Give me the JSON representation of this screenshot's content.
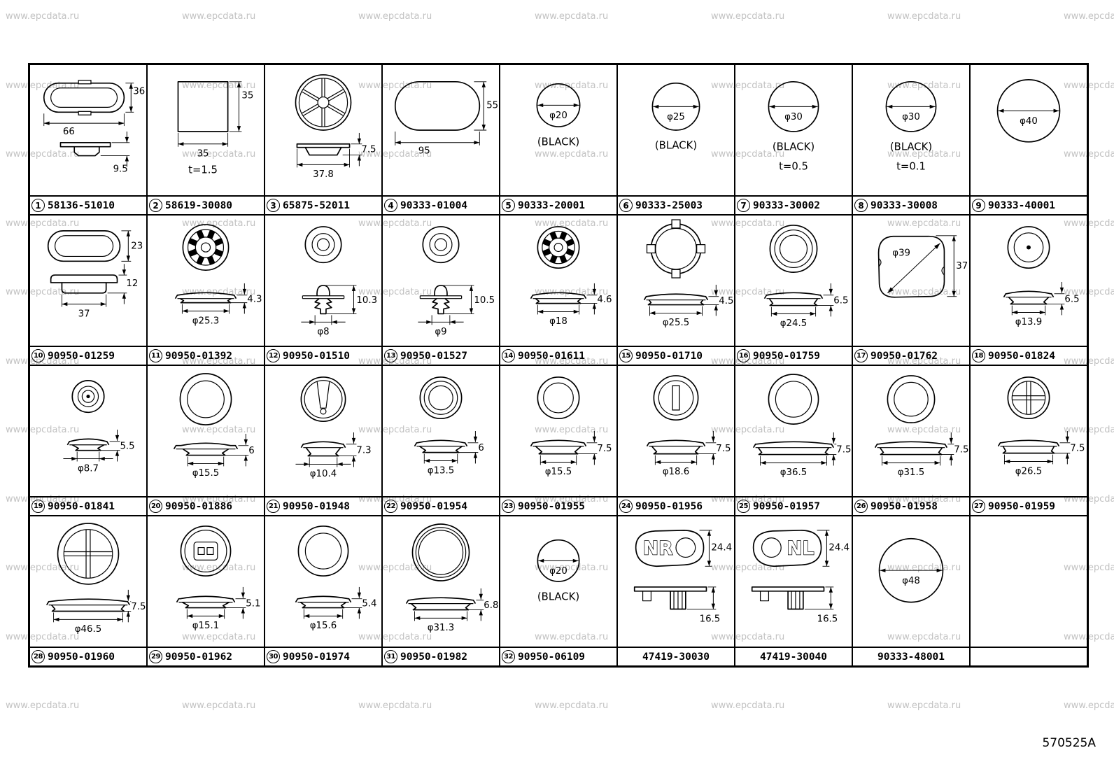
{
  "page": {
    "watermark": "www.epcdata.ru",
    "footer_code": "570525A"
  },
  "cells": [
    {
      "num": "1",
      "part": "58136-51010",
      "kind": "ovalplug",
      "dims": {
        "h": "36",
        "w": "66",
        "side": "9.5"
      }
    },
    {
      "num": "2",
      "part": "58619-30080",
      "kind": "square",
      "dims": {
        "h": "35",
        "w": "35",
        "note": "t=1.5"
      }
    },
    {
      "num": "3",
      "part": "65875-52011",
      "kind": "wheel",
      "dims": {
        "side": "7.5",
        "w": "37.8"
      }
    },
    {
      "num": "4",
      "part": "90333-01004",
      "kind": "stadium",
      "dims": {
        "h": "55",
        "w": "95"
      }
    },
    {
      "num": "5",
      "part": "90333-20001",
      "kind": "disc",
      "dims": {
        "dia": "φ20",
        "note": "(BLACK)"
      }
    },
    {
      "num": "6",
      "part": "90333-25003",
      "kind": "disc",
      "dims": {
        "dia": "φ25",
        "note": "(BLACK)"
      }
    },
    {
      "num": "7",
      "part": "90333-30002",
      "kind": "disc",
      "dims": {
        "dia": "φ30",
        "note": "(BLACK)",
        "note2": "t=0.5"
      }
    },
    {
      "num": "8",
      "part": "90333-30008",
      "kind": "disc",
      "dims": {
        "dia": "φ30",
        "note": "(BLACK)",
        "note2": "t=0.1"
      }
    },
    {
      "num": "9",
      "part": "90333-40001",
      "kind": "disc",
      "dims": {
        "dia": "φ40"
      }
    },
    {
      "num": "10",
      "part": "90950-01259",
      "kind": "ovalgrommet",
      "dims": {
        "h": "23",
        "side": "12",
        "w": "37"
      }
    },
    {
      "num": "11",
      "part": "90950-01392",
      "kind": "grommet",
      "top": "gear",
      "dims": {
        "side": "4.3",
        "dia": "φ25.3"
      }
    },
    {
      "num": "12",
      "part": "90950-01510",
      "kind": "grommet",
      "top": "dome",
      "dims": {
        "side": "10.3",
        "dia": "φ8"
      }
    },
    {
      "num": "13",
      "part": "90950-01527",
      "kind": "grommet",
      "top": "dome",
      "dims": {
        "side": "10.5",
        "dia": "φ9"
      }
    },
    {
      "num": "14",
      "part": "90950-01611",
      "kind": "grommet",
      "top": "gear",
      "dims": {
        "side": "4.6",
        "dia": "φ18"
      }
    },
    {
      "num": "15",
      "part": "90950-01710",
      "kind": "grommet",
      "top": "notch4",
      "dims": {
        "side": "4.5",
        "dia": "φ25.5"
      }
    },
    {
      "num": "16",
      "part": "90950-01759",
      "kind": "grommet",
      "top": "rings3",
      "dims": {
        "side": "6.5",
        "dia": "φ24.5"
      }
    },
    {
      "num": "17",
      "part": "90950-01762",
      "kind": "plate",
      "dims": {
        "dia": "φ39",
        "h": "37"
      }
    },
    {
      "num": "18",
      "part": "90950-01824",
      "kind": "grommet",
      "top": "dot",
      "dims": {
        "side": "6.5",
        "dia": "φ13.9"
      }
    },
    {
      "num": "19",
      "part": "90950-01841",
      "kind": "grommet",
      "top": "target",
      "dims": {
        "side": "5.5",
        "dia": "φ8.7"
      }
    },
    {
      "num": "20",
      "part": "90950-01886",
      "kind": "grommet",
      "top": "rings2",
      "dims": {
        "side": "6",
        "dia": "φ15.5"
      }
    },
    {
      "num": "21",
      "part": "90950-01948",
      "kind": "grommet",
      "top": "slot",
      "dims": {
        "side": "7.3",
        "dia": "φ10.4"
      }
    },
    {
      "num": "22",
      "part": "90950-01954",
      "kind": "grommet",
      "top": "rings3",
      "dims": {
        "side": "6",
        "dia": "φ13.5"
      }
    },
    {
      "num": "23",
      "part": "90950-01955",
      "kind": "grommet",
      "top": "rings2",
      "dims": {
        "side": "7.5",
        "dia": "φ15.5"
      }
    },
    {
      "num": "24",
      "part": "90950-01956",
      "kind": "grommet",
      "top": "bar",
      "dims": {
        "side": "7.5",
        "dia": "φ18.6"
      }
    },
    {
      "num": "25",
      "part": "90950-01957",
      "kind": "grommet",
      "top": "rings2",
      "dims": {
        "side": "7.5",
        "dia": "φ36.5"
      }
    },
    {
      "num": "26",
      "part": "90950-01958",
      "kind": "grommet",
      "top": "rings2",
      "dims": {
        "side": "7.5",
        "dia": "φ31.5"
      }
    },
    {
      "num": "27",
      "part": "90950-01959",
      "kind": "grommet",
      "top": "cross",
      "dims": {
        "side": "7.5",
        "dia": "φ26.5"
      }
    },
    {
      "num": "28",
      "part": "90950-01960",
      "kind": "grommet",
      "top": "cross",
      "dims": {
        "side": "7.5",
        "dia": "φ46.5"
      }
    },
    {
      "num": "29",
      "part": "90950-01962",
      "kind": "grommet",
      "top": "boxdots",
      "dims": {
        "side": "5.1",
        "dia": "φ15.1"
      }
    },
    {
      "num": "30",
      "part": "90950-01974",
      "kind": "grommet",
      "top": "rings2",
      "dims": {
        "side": "5.4",
        "dia": "φ15.6"
      }
    },
    {
      "num": "31",
      "part": "90950-01982",
      "kind": "grommet",
      "top": "ringthin",
      "dims": {
        "side": "6.8",
        "dia": "φ31.3"
      }
    },
    {
      "num": "32",
      "part": "90950-06109",
      "kind": "disc",
      "dims": {
        "dia": "φ20",
        "note": "(BLACK)"
      }
    },
    {
      "num": "",
      "part": "47419-30030",
      "kind": "blob",
      "dims": {
        "letters": "NR",
        "h": "24.4",
        "side": "16.5"
      }
    },
    {
      "num": "",
      "part": "47419-30040",
      "kind": "blob",
      "dims": {
        "letters": "NL",
        "h": "24.4",
        "side": "16.5"
      }
    },
    {
      "num": "",
      "part": "90333-48001",
      "kind": "disc",
      "dims": {
        "dia": "φ48"
      }
    },
    {
      "num": "",
      "part": "",
      "kind": "empty",
      "dims": {}
    }
  ]
}
